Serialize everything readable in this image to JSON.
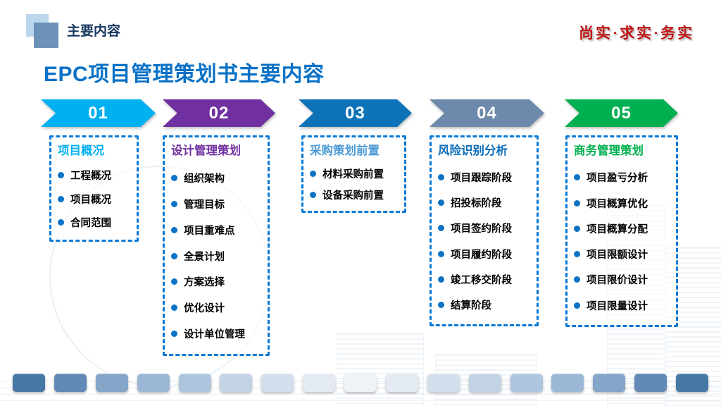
{
  "header": {
    "section_label": "主要内容",
    "motto": "尚实·求实·务实"
  },
  "title": "EPC项目管理策划书主要内容",
  "columns": [
    {
      "number": "01",
      "arrow_color": "#00b0f0",
      "header": "项目概况",
      "header_color": "#00b0f0",
      "items": [
        "工程概况",
        "项目概况",
        "合同范围"
      ]
    },
    {
      "number": "02",
      "arrow_color": "#7030a0",
      "header": "设计管理策划",
      "header_color": "#7030a0",
      "items": [
        "组织架构",
        "管理目标",
        "项目重难点",
        "全景计划",
        "方案选择",
        "优化设计",
        "设计单位管理"
      ]
    },
    {
      "number": "03",
      "arrow_color": "#0e72b9",
      "header": "采购策划前置",
      "header_color": "#4d9bd5",
      "items": [
        "材料采购前置",
        "设备采购前置"
      ]
    },
    {
      "number": "04",
      "arrow_color": "#6d89ac",
      "header": "风险识别分析",
      "header_color": "#0d6eb8",
      "items": [
        "项目跟踪阶段",
        "招投标阶段",
        "项目签约阶段",
        "项目履约阶段",
        "竣工移交阶段",
        "结算阶段"
      ]
    },
    {
      "number": "05",
      "arrow_color": "#00b050",
      "header": "商务管理策划",
      "header_color": "#00b050",
      "items": [
        "项目盈亏分析",
        "项目概算优化",
        "项目概算分配",
        "项目限额设计",
        "项目限价设计",
        "项目限量设计"
      ]
    }
  ],
  "colors": {
    "dashed_border": "#0878d4",
    "bullet": "#0b72c4",
    "title_blue": "#0a72c6",
    "header_navy": "#17375e",
    "motto_red": "#c01314"
  },
  "footer_strip_colors": [
    "#4678a6",
    "#6389b6",
    "#84a6c9",
    "#9bb7d5",
    "#aec5de",
    "#c2d3e5",
    "#d3dfec",
    "#e3eaf2",
    "#eff3f8",
    "#e3eaf2",
    "#d3dfec",
    "#c2d3e5",
    "#aec5de",
    "#9bb7d5",
    "#84a6c9",
    "#6389b6",
    "#4678a6"
  ]
}
